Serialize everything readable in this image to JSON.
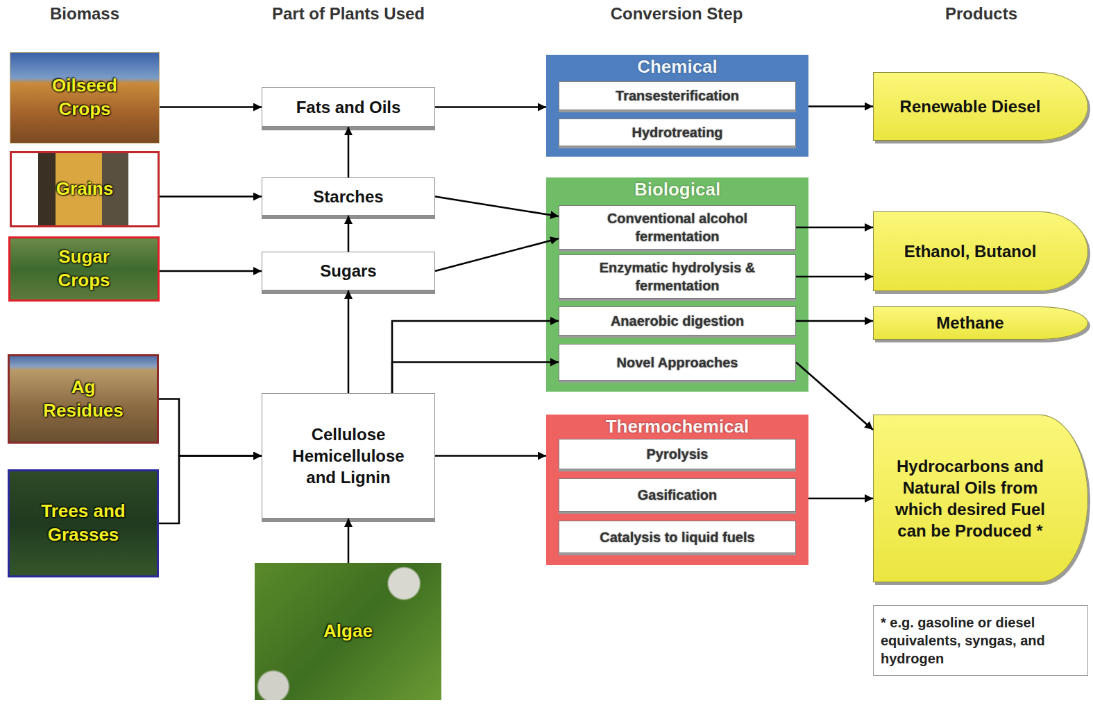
{
  "diagram": {
    "nodes": [
      {
        "text": [
          "Oilseed Crops"
        ]
      },
      {
        "text": [
          "Grains"
        ]
      },
      {
        "text": [
          "Sugar Crops"
        ]
      },
      {
        "text": [
          "Ag Residues"
        ]
      },
      {
        "text": [
          "Trees and Grasses"
        ]
      },
      {
        "text": [
          "Algae"
        ]
      },
      {
        "text": [
          "Fats and Oils"
        ]
      },
      {
        "text": [
          "Starches"
        ]
      },
      {
        "text": [
          "Sugars"
        ]
      },
      {
        "text": [
          "Cellulose Hemicellulose and Lignin"
        ]
      },
      {
        "text": [
          "Chemical"
        ]
      },
      {
        "text": [
          "Transesterification"
        ],
        "in": 10
      },
      {
        "text": [
          "Hydrotreating"
        ],
        "in": 10
      },
      {
        "text": [
          "Biological"
        ]
      },
      {
        "text": [
          "Conventional alcohol fermentation"
        ],
        "in": 13
      },
      {
        "text": [
          "Enzymatic hydrolysis & fermentation"
        ],
        "in": 13
      },
      {
        "text": [
          "Anaerobic digestion"
        ],
        "in": 13
      },
      {
        "text": [
          "Novel Approaches"
        ],
        "in": 13
      },
      {
        "text": [
          "Thermochemical"
        ]
      },
      {
        "text": [
          "Pyrolysis"
        ],
        "in": 18
      },
      {
        "text": [
          "Gasification"
        ],
        "in": 18
      },
      {
        "text": [
          "Catalysis to liquid fuels"
        ],
        "in": 18
      },
      {
        "text": [
          "Renewable Diesel"
        ]
      },
      {
        "text": [
          "Ethanol, Butanol"
        ]
      },
      {
        "text": [
          "Methane"
        ]
      },
      {
        "text": [
          "Hydrocarbons and Natural Oils from which desired Fuel can be Produced *"
        ]
      },
      {
        "text": [
          "* e.g. gasoline or diesel equivalents, syngas, and hydrogen"
        ]
      }
    ],
    "edges": [
      {
        "from": 0,
        "to": 6,
        "arrow": "to"
      },
      {
        "from": 1,
        "to": 7,
        "arrow": "to"
      },
      {
        "from": 2,
        "to": 8,
        "arrow": "to"
      },
      {
        "from": 3,
        "to": 9,
        "arrow": "to"
      },
      {
        "from": 4,
        "to": 9,
        "arrow": "to"
      },
      {
        "from": 5,
        "to": 9,
        "arrow": "to"
      },
      {
        "from": 9,
        "to": 8,
        "arrow": "to"
      },
      {
        "from": 8,
        "to": 7,
        "arrow": "to"
      },
      {
        "from": 7,
        "to": 6,
        "arrow": "to"
      },
      {
        "from": 6,
        "to": 10,
        "arrow": "to"
      },
      {
        "from": 10,
        "to": 22,
        "arrow": "to"
      },
      {
        "from": 7,
        "to": 14,
        "arrow": "to"
      },
      {
        "from": 8,
        "to": 14,
        "arrow": "to"
      },
      {
        "from": 9,
        "to": 16,
        "arrow": "to"
      },
      {
        "from": 9,
        "to": 17,
        "arrow": "to"
      },
      {
        "from": 9,
        "to": 18,
        "arrow": "to"
      },
      {
        "from": 14,
        "to": 23,
        "arrow": "to"
      },
      {
        "from": 15,
        "to": 23,
        "arrow": "to"
      },
      {
        "from": 16,
        "to": 24,
        "arrow": "to"
      },
      {
        "from": 17,
        "to": 25,
        "arrow": "to"
      },
      {
        "from": 18,
        "to": 25,
        "arrow": "to"
      }
    ],
    "labels": [
      "Biomass",
      "Part of Plants Used",
      "Conversion Step",
      "Products"
    ]
  }
}
